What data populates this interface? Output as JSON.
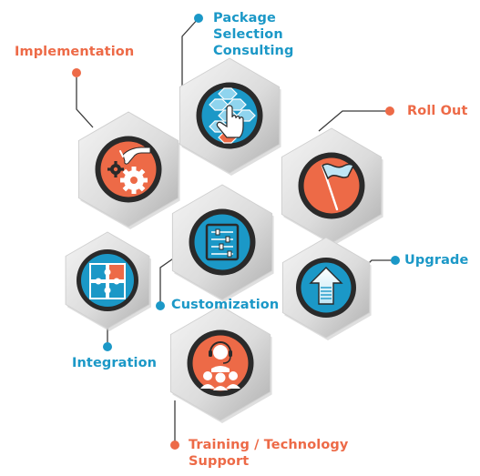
{
  "colors": {
    "orange": "#ED6A47",
    "blue": "#1B98C7",
    "hex_light": "#E4E4E4",
    "hex_dark": "#A8A8A8",
    "ring": "#2A2A2A",
    "connector": "#3B3B3B"
  },
  "services": {
    "package_selection": {
      "lines": [
        "Package",
        "Selection",
        "Consulting"
      ],
      "color": "blue",
      "icon": "hand-touch-hexgrid-icon"
    },
    "implementation": {
      "lines": [
        "Implementation"
      ],
      "color": "orange",
      "icon": "hand-gears-icon"
    },
    "roll_out": {
      "lines": [
        "Roll Out"
      ],
      "color": "orange",
      "icon": "flag-icon"
    },
    "customization": {
      "lines": [
        "Customization"
      ],
      "color": "blue",
      "icon": "sliders-icon"
    },
    "integration": {
      "lines": [
        "Integration"
      ],
      "color": "blue",
      "icon": "puzzle-icon"
    },
    "upgrade": {
      "lines": [
        "Upgrade"
      ],
      "color": "blue",
      "icon": "upgrade-arrow-icon"
    },
    "training": {
      "lines": [
        "Training / Technology",
        "Support"
      ],
      "color": "orange",
      "icon": "headset-group-icon"
    }
  }
}
